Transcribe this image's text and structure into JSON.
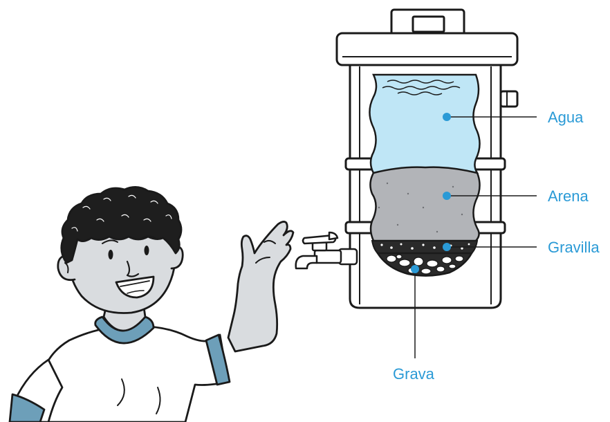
{
  "colors": {
    "label": "#2a9ad6",
    "water": "#bfe6f6",
    "sand": "#b2b4b8",
    "skin": "#d9dcdf",
    "shirt_trim": "#6d9fb9",
    "outline": "#1a1a1a"
  },
  "labels": {
    "water": "Agua",
    "sand": "Arena",
    "fine_gravel": "Gravilla",
    "gravel": "Grava"
  }
}
